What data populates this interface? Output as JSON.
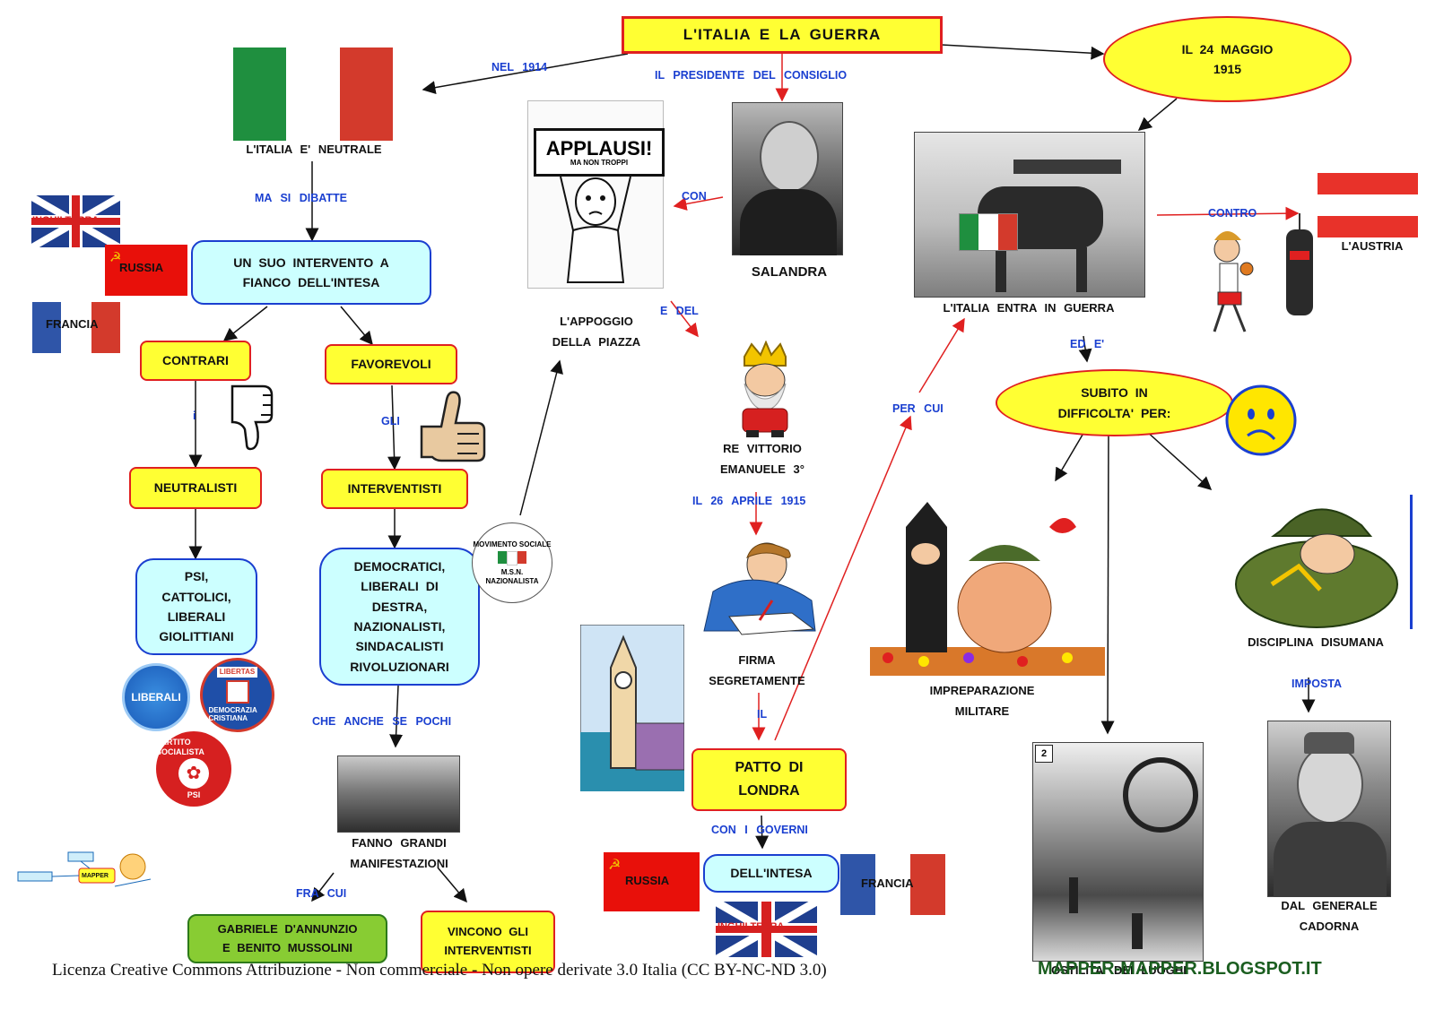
{
  "title": "L'ITALIA   E  LA   GUERRA",
  "nodes": {
    "date_1915": "IL  24   MAGGIO\n1915",
    "subito": "SUBITO   IN\nDIFFICOLTA'   PER:",
    "intervento": "UN  SUO     INTERVENTO    A\nFIANCO      DELL'INTESA",
    "contrari": "CONTRARI",
    "favorevoli": "FAVOREVOLI",
    "neutralisti": "NEUTRALISTI",
    "interventisti": "INTERVENTISTI",
    "psi": "PSI,\nCATTOLICI,\nLIBERALI\nGIOLITTIANI",
    "democratici": "DEMOCRATICI,\nLIBERALI   DI\nDESTRA,\nNAZIONALISTI,\nSINDACALISTI\nRIVOLUZIONARI",
    "patto": "PATTO    DI\nLONDRA",
    "intesa": "DELL'INTESA",
    "dannunzio": "GABRIELE       D'ANNUNZIO\nE   BENITO     MUSSOLINI",
    "vincono": "VINCONO   GLI\nINTERVENTISTI"
  },
  "labels": {
    "neutrale": "L'ITALIA    E'    NEUTRALE",
    "salandra": "SALANDRA",
    "appoggio": "L'APPOGGIO\nDELLA    PIAZZA",
    "vittorio": "RE    VITTORIO\nEMANUELE    3°",
    "firma": "FIRMA\nSEGRETAMENTE",
    "entra": "L'ITALIA     ENTRA    IN    GUERRA",
    "austria": "L'AUSTRIA",
    "manifestazioni": "FANNO      GRANDI\nMANIFESTAZIONI",
    "impreparazione": "IMPREPARAZIONE\nMILITARE",
    "disciplina": "DISCIPLINA       DISUMANA",
    "cadorna": "DAL      GENERALE\nCADORNA",
    "ostilita": "OSTILITA'     DEI     LUOGHI"
  },
  "links": {
    "nel1914": "NEL  1914",
    "presidente": "IL    PRESIDENTE    DEL    CONSIGLIO",
    "ma_si": "MA   SI   DIBATTE",
    "con": "CON",
    "i": "i",
    "gli": "GLI",
    "e_del": "E   DEL",
    "per_cui": "PER   CUI",
    "contro": "CONTRO",
    "ed_e": "ED   E'",
    "il26": "IL  26    APRILE     1915",
    "che_anche": "CHE    ANCHE    SE   POCHI",
    "il": "IL",
    "con_i": "CON   I    GOVERNI",
    "fra_cui": "FRA   CUI",
    "imposta": "IMPOSTA"
  },
  "flags": {
    "inghilterra": "INGHILTERRA",
    "russia": "RUSSIA",
    "francia": "FRANCIA"
  },
  "logos": {
    "applausi": "APPLAUSI!",
    "applausi_sub": "MA NON TROPPI",
    "liberali": "LIBERALI",
    "libertas": "LIBERTAS",
    "dc": "DEMOCRAZIA CRISTIANA",
    "psi_top": "PARTITO SOCIALISTA",
    "psi_bottom": "PSI",
    "msi_top": "MOVIMENTO SOCIALE",
    "msi_bottom": "NAZIONALISTA",
    "msi_mid": "M.S.N.",
    "mapper": "MAPPER",
    "photo_num": "2"
  },
  "footer": {
    "license": "Licenza Creative Commons Attribuzione - Non commerciale - Non opere derivate 3.0 Italia (CC BY-NC-ND 3.0)",
    "site": "MAPPER-MAPPER.BLOGSPOT.IT"
  },
  "colors": {
    "node_fill": "#ffff33",
    "node_border": "#e02020",
    "cyan_fill": "#ccffff",
    "cyan_border": "#1a3fd0",
    "link_text": "#1a3fd0",
    "green_fill": "#88cc33",
    "footer_site": "#1b5e20"
  }
}
